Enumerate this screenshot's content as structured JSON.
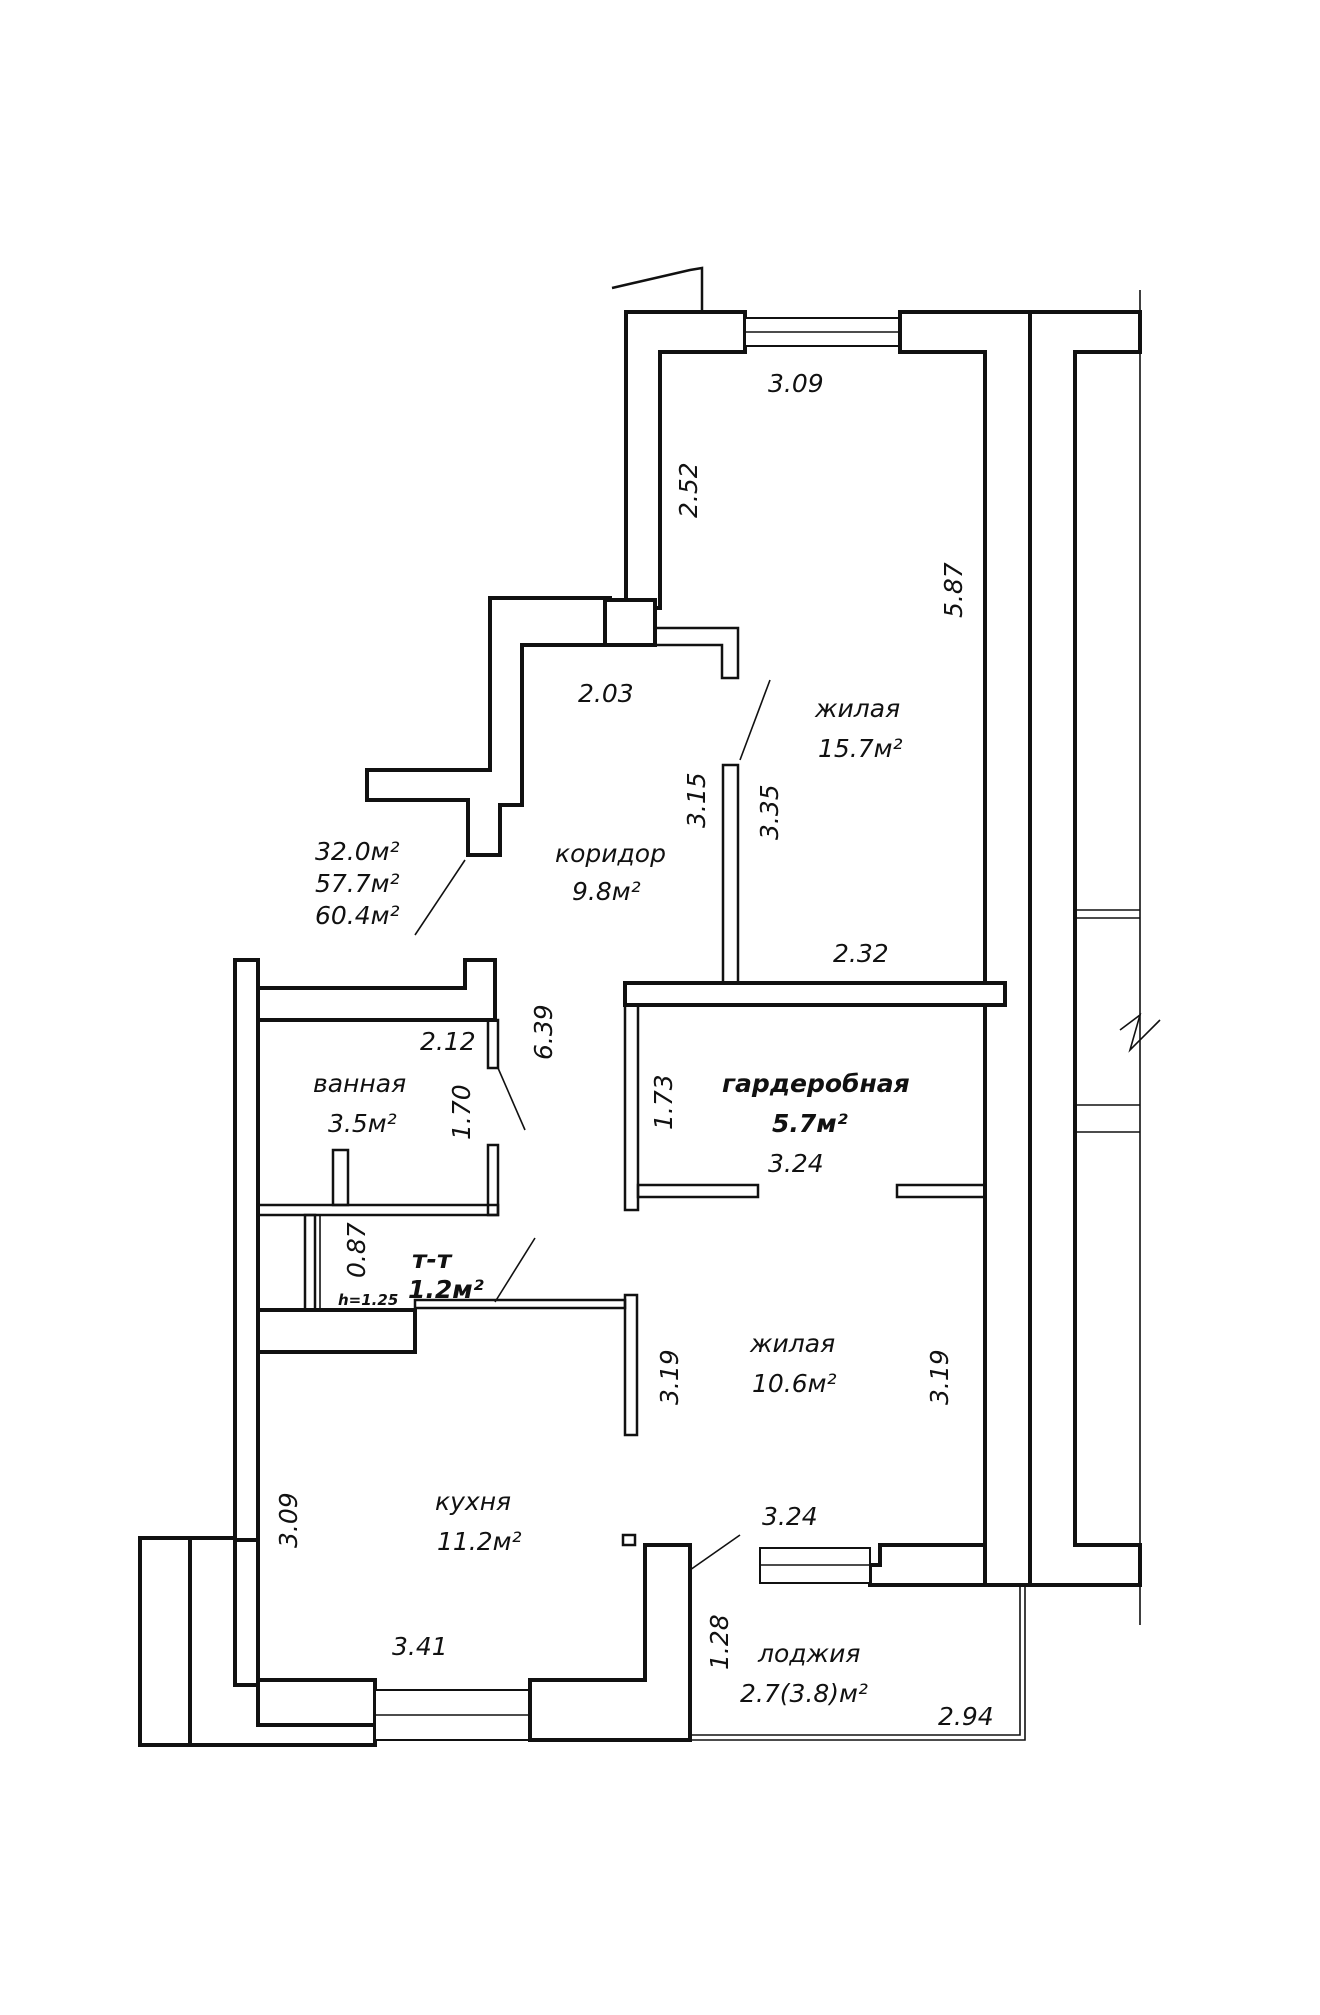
{
  "rooms": {
    "living_large": {
      "name": "жилая",
      "area": "15.7м²"
    },
    "corridor": {
      "name": "коридор",
      "area": "9.8м²"
    },
    "wardrobe": {
      "name": "гардеробная",
      "area": "5.7м²"
    },
    "bathroom": {
      "name": "ванная",
      "area": "3.5м²"
    },
    "toilet": {
      "name": "т-т",
      "area": "1.2м²",
      "height_note": "h=1.25"
    },
    "living_small": {
      "name": "жилая",
      "area": "10.6м²"
    },
    "kitchen": {
      "name": "кухня",
      "area": "11.2м²"
    },
    "loggia": {
      "name": "лоджия",
      "area": "2.7(3.8)м²"
    }
  },
  "totals": {
    "living": "32.0м²",
    "total": "57.7м²",
    "total_with_loggia": "60.4м²"
  },
  "dimensions": {
    "living_large_width": "3.09",
    "living_large_length": "5.87",
    "upper_side": "2.52",
    "corridor_top": "2.03",
    "corridor_side": "3.15",
    "living_large_side": "3.35",
    "living_large_bottom": "2.32",
    "corridor_length": "6.39",
    "bath_width": "2.12",
    "bath_depth": "1.70",
    "wardrobe_side": "1.73",
    "wardrobe_width": "3.24",
    "toilet_depth": "0.87",
    "living_small_left": "3.19",
    "living_small_right": "3.19",
    "living_small_width": "3.24",
    "kitchen_side": "3.09",
    "kitchen_width": "3.41",
    "loggia_depth": "1.28",
    "loggia_width": "2.94"
  }
}
